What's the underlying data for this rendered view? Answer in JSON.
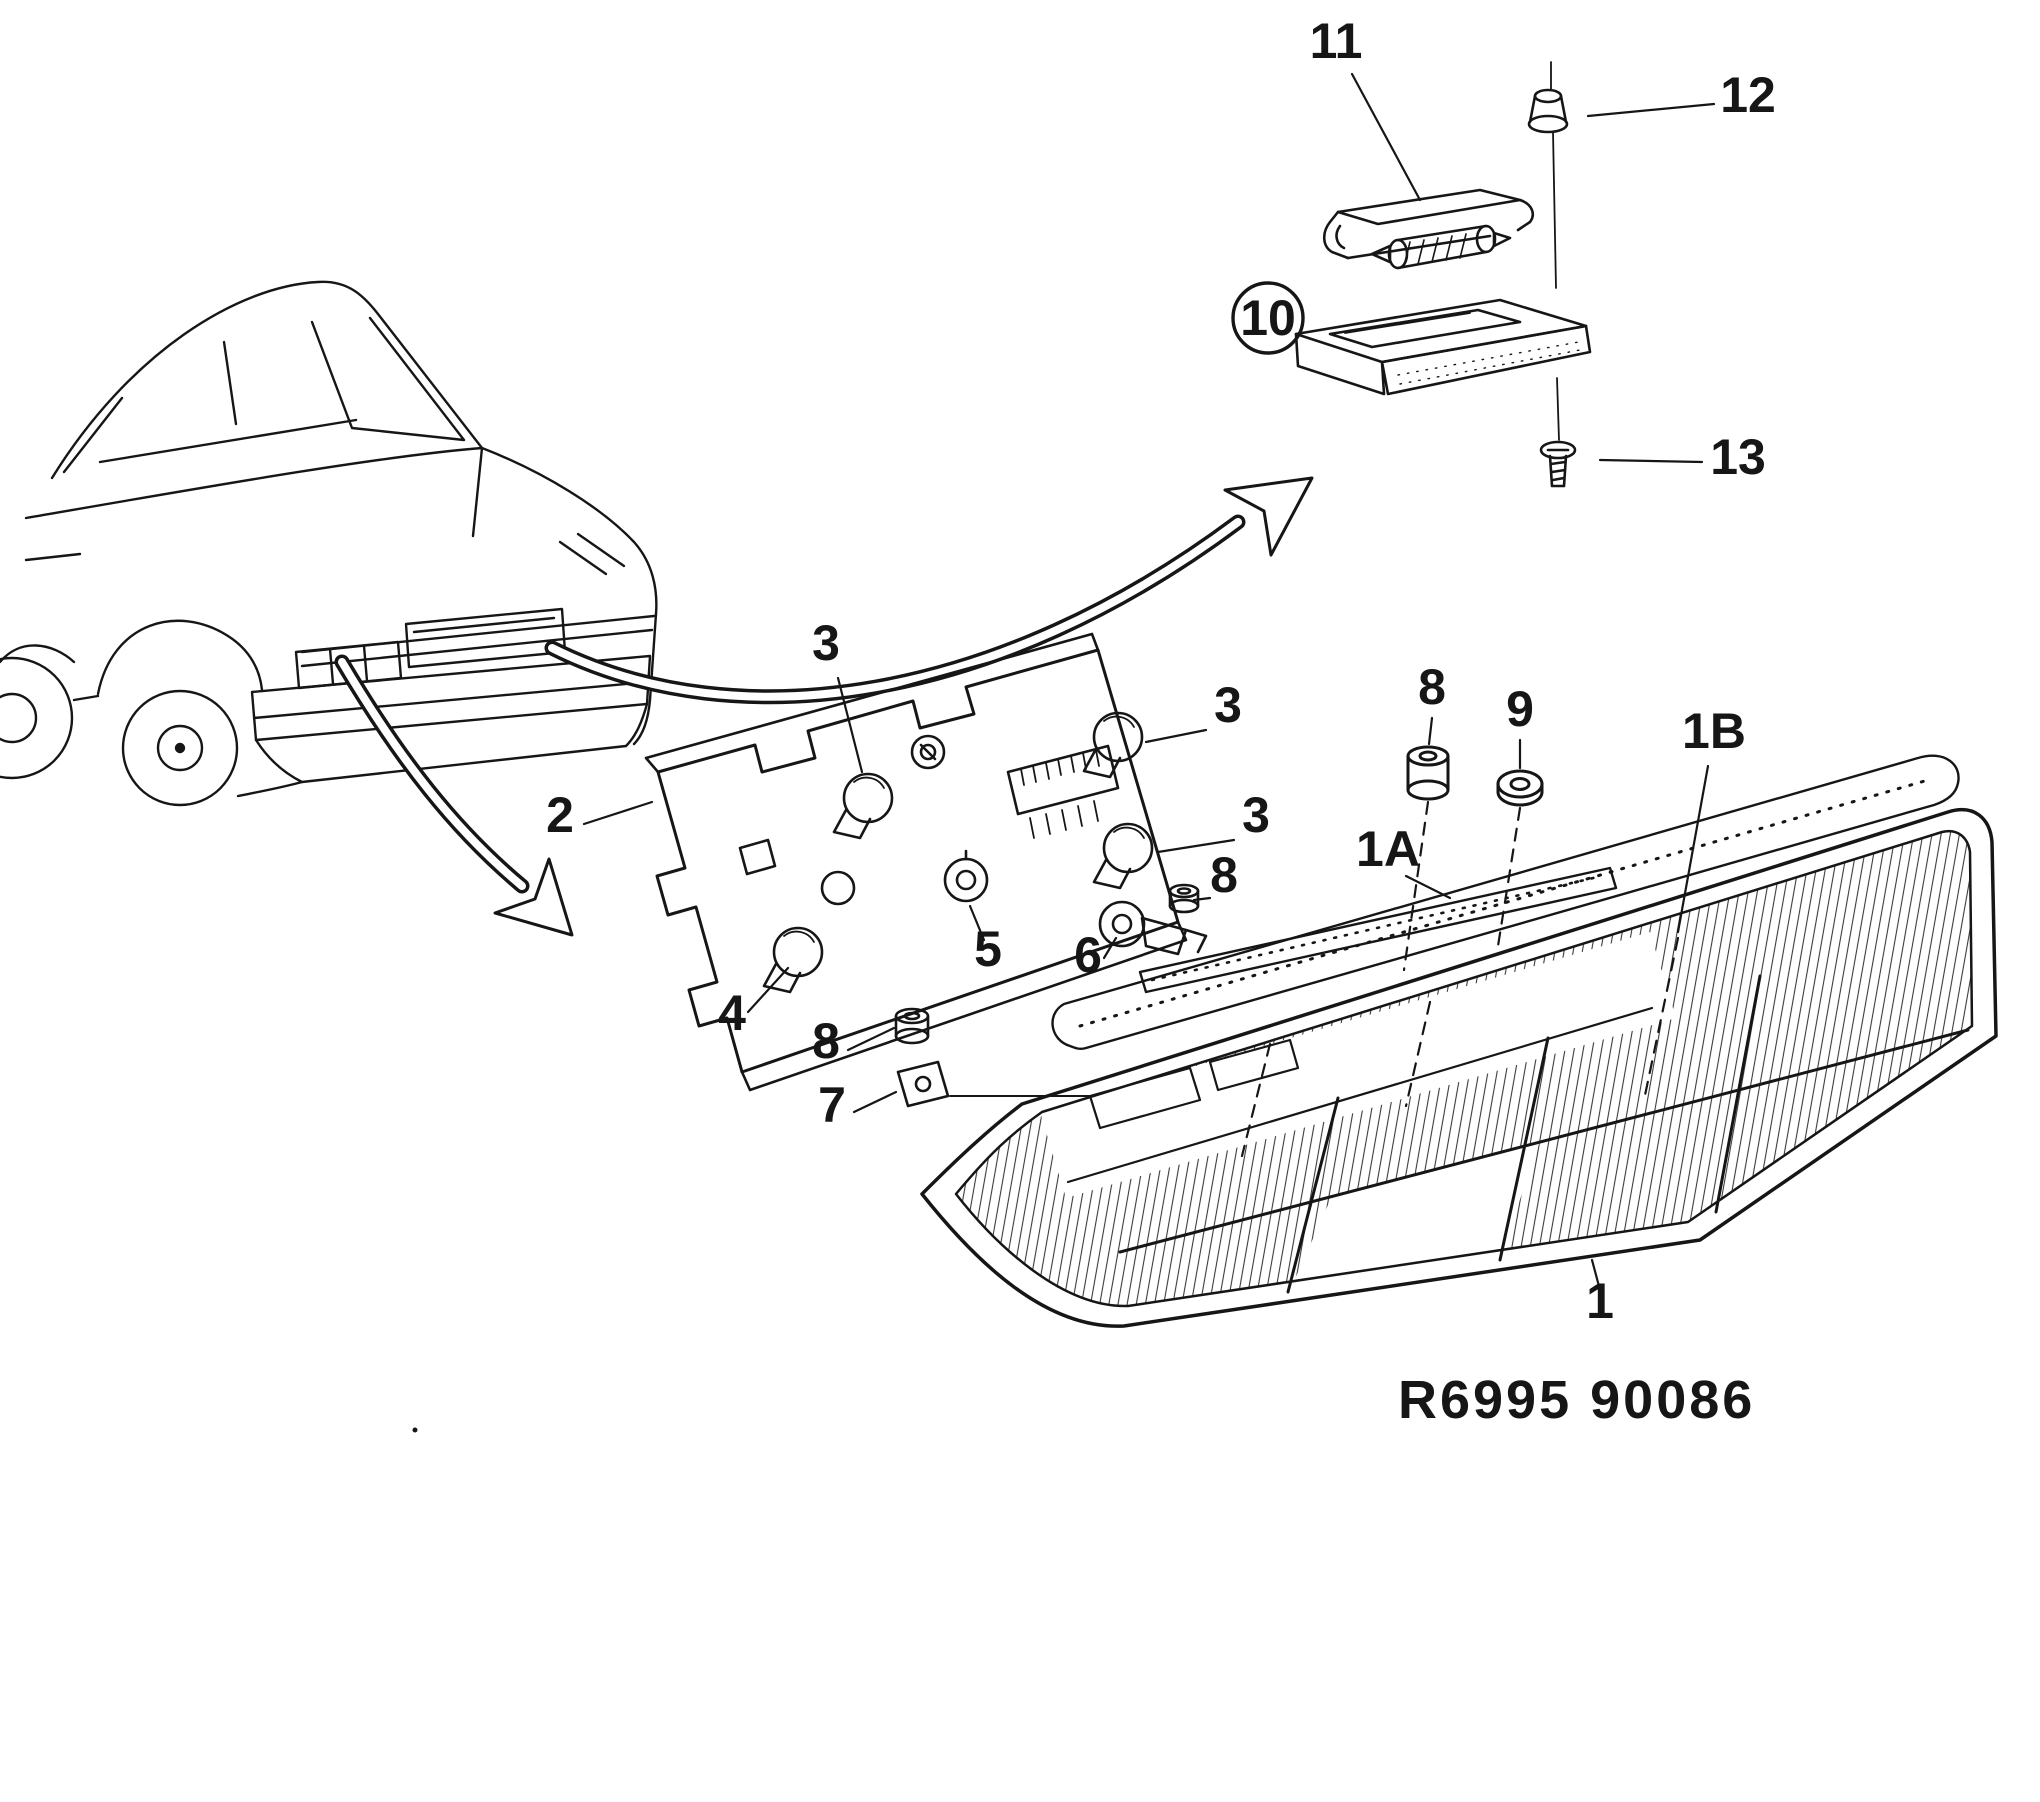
{
  "diagram": {
    "reference": "R6995 90086",
    "background_color": "#ffffff",
    "ink_color": "#161616",
    "callouts": {
      "c1": "1",
      "c1a": "1A",
      "c1b": "1B",
      "c2": "2",
      "c3_top": "3",
      "c3_upper_right": "3",
      "c3_lower_right": "3",
      "c4": "4",
      "c5": "5",
      "c6": "6",
      "c7": "7",
      "c8_panel": "8",
      "c8_grommet": "8",
      "c8_lens": "8",
      "c9": "9",
      "c10": "10",
      "c11": "11",
      "c12": "12",
      "c13": "13"
    }
  }
}
